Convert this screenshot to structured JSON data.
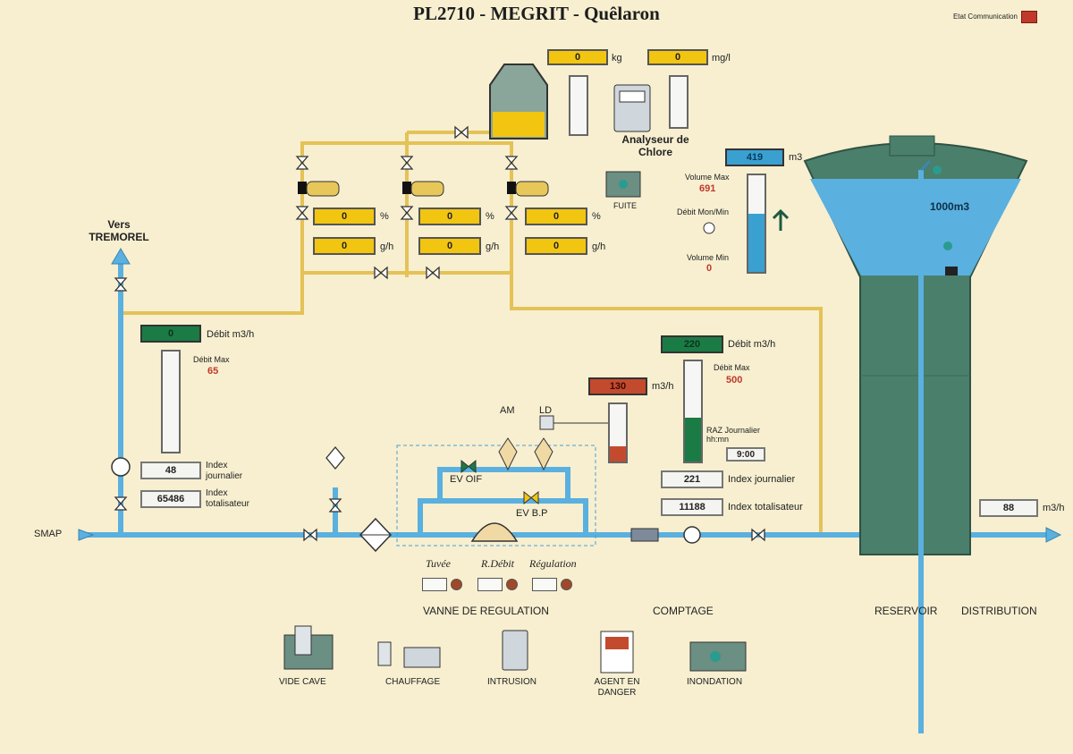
{
  "title": "PL2710 - MEGRIT - Quêlaron",
  "status": {
    "label": "Etat Communication",
    "icon": "comm-status-icon",
    "color": "#c0392b"
  },
  "dosing": {
    "kg_display": "0",
    "kg_unit": "kg",
    "mgl_display": "0",
    "mgl_unit": "mg/l",
    "analyser_label": "Analyseur de Chlore",
    "leak_label": "FUITE",
    "pumps": [
      {
        "pct": "0",
        "pct_unit": "%",
        "gh": "0",
        "gh_unit": "g/h"
      },
      {
        "pct": "0",
        "pct_unit": "%",
        "gh": "0",
        "gh_unit": "g/h"
      },
      {
        "pct": "0",
        "pct_unit": "%",
        "gh": "0",
        "gh_unit": "g/h"
      }
    ]
  },
  "tremorel": {
    "label": "Vers TREMOREL",
    "flow_display": "0",
    "flow_label": "Débit m3/h",
    "max_label": "Débit Max",
    "max_value": "65",
    "daily_index": "48",
    "daily_label": "Index journalier",
    "total_index": "65486",
    "total_label": "Index totalisateur"
  },
  "counting": {
    "flow_display": "220",
    "flow_label": "Débit m3/h",
    "max_label": "Débit Max",
    "max_value": "500",
    "raz_label": "RAZ Journalier hh:mn",
    "raz_value": "9:00",
    "daily_index": "221",
    "daily_label": "Index journalier",
    "total_index": "11188",
    "total_label": "Index totalisateur",
    "fill_fraction": 0.44,
    "section_label": "COMPTAGE"
  },
  "regulation": {
    "flow_display": "130",
    "flow_unit": "m3/h",
    "fill_fraction": 0.26,
    "am_label": "AM",
    "ld_label": "LD",
    "ev_oif_label": "EV OIF",
    "ev_bp_label": "EV B.P",
    "buttons": [
      "Tuvée",
      "R.Débit",
      "Régulation"
    ],
    "section_label": "VANNE DE REGULATION"
  },
  "reservoir": {
    "volume_display": "419",
    "volume_unit": "m3",
    "vol_max_label": "Volume Max",
    "vol_max_value": "691",
    "rate_label": "Débit Mon/Min",
    "vol_min_label": "Volume Min",
    "vol_min_value": "0",
    "capacity": "1000m3",
    "fill_fraction": 0.6,
    "label": "RESERVOIR",
    "distribution_label": "DISTRIBUTION",
    "dist_flow": "88",
    "dist_unit": "m3/h"
  },
  "smap_label": "SMAP",
  "alarms": [
    {
      "label": "VIDE CAVE",
      "icon": "pump-cave-icon"
    },
    {
      "label": "CHAUFFAGE",
      "icon": "heater-icon"
    },
    {
      "label": "INTRUSION",
      "icon": "keypad-icon"
    },
    {
      "label": "AGENT EN DANGER",
      "icon": "agent-danger-icon"
    },
    {
      "label": "INONDATION",
      "icon": "flood-icon"
    }
  ],
  "colors": {
    "water": "#5ab0df",
    "chlorine": "#f2c511",
    "gas_pipe": "#e8c75a",
    "tank": "#4a7f6b",
    "background": "#f7efd0"
  }
}
